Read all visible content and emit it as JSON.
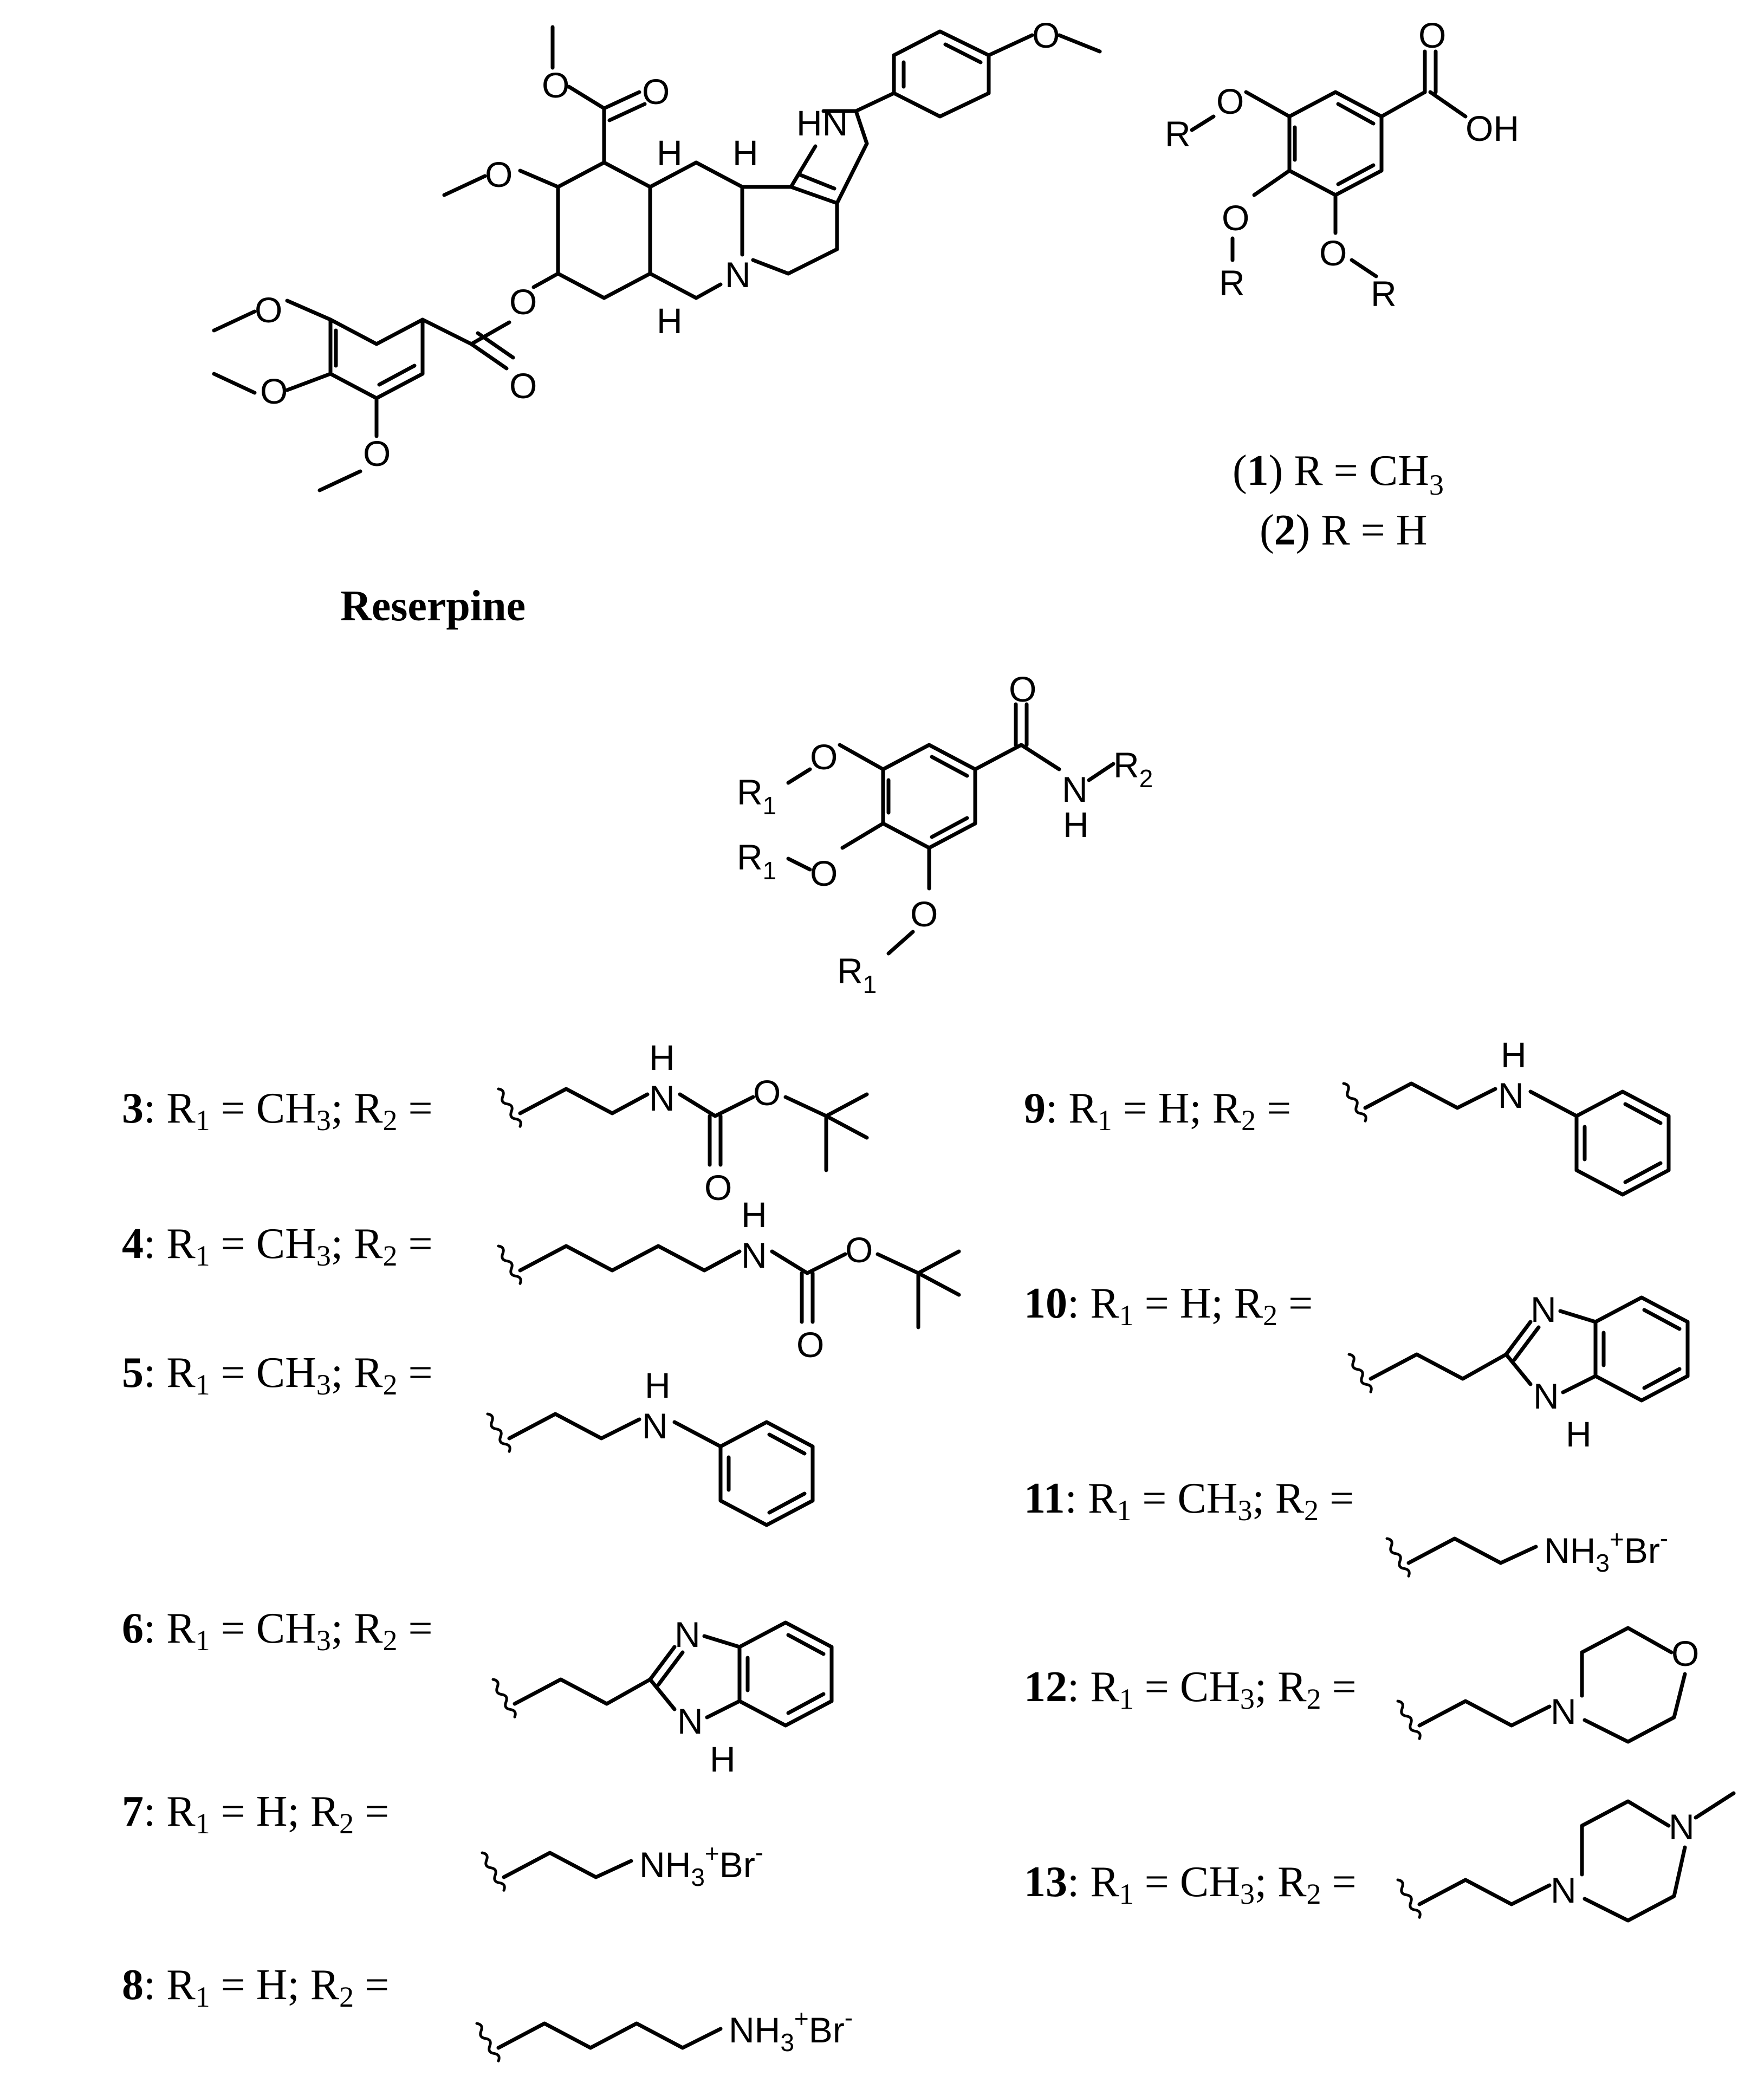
{
  "figure": {
    "reserpine_name": "Reserpine",
    "acid_compounds": [
      {
        "id": "1",
        "text": " R = CH",
        "sub": "3"
      },
      {
        "id": "2",
        "text": " R = H",
        "sub": ""
      }
    ],
    "core_labels": {
      "R": "R",
      "R1": "R",
      "R1_sub": "1",
      "R2": "R",
      "R2_sub": "2"
    },
    "compounds": [
      {
        "id": "3",
        "r1": "CH3",
        "r2": "2-(Boc-amino)ethyl"
      },
      {
        "id": "4",
        "r1": "CH3",
        "r2": "4-(Boc-amino)butyl"
      },
      {
        "id": "5",
        "r1": "CH3",
        "r2": "2-(phenylamino)ethyl"
      },
      {
        "id": "6",
        "r1": "CH3",
        "r2": "2-(1H-benzimidazol-2-yl)ethyl"
      },
      {
        "id": "7",
        "r1": "H",
        "r2": "2-aminoethyl HBr"
      },
      {
        "id": "8",
        "r1": "H",
        "r2": "4-aminobutyl HBr"
      },
      {
        "id": "9",
        "r1": "H",
        "r2": "2-(phenylamino)ethyl"
      },
      {
        "id": "10",
        "r1": "H",
        "r2": "2-(1H-benzimidazol-2-yl)ethyl"
      },
      {
        "id": "11",
        "r1": "CH3",
        "r2": "2-aminoethyl HBr"
      },
      {
        "id": "12",
        "r1": "CH3",
        "r2": "2-morpholinoethyl"
      },
      {
        "id": "13",
        "r1": "CH3",
        "r2": "2-(4-methylpiperazin-1-yl)ethyl"
      }
    ],
    "label_parts": {
      "r1": "R",
      "r1_sub": "1",
      "eq": " = ",
      "sep": "; ",
      "r2": "R",
      "r2_sub": "2",
      "tail": " =",
      "ch": "CH",
      "ch_sub": "3",
      "h": "H"
    },
    "atom_text": {
      "O": "O",
      "OH": "OH",
      "N": "N",
      "H": "H",
      "HN": "HN",
      "NH3": "NH",
      "NH3_sub": "3",
      "plus": "+",
      "Br": "Br",
      "minus": "-"
    }
  }
}
